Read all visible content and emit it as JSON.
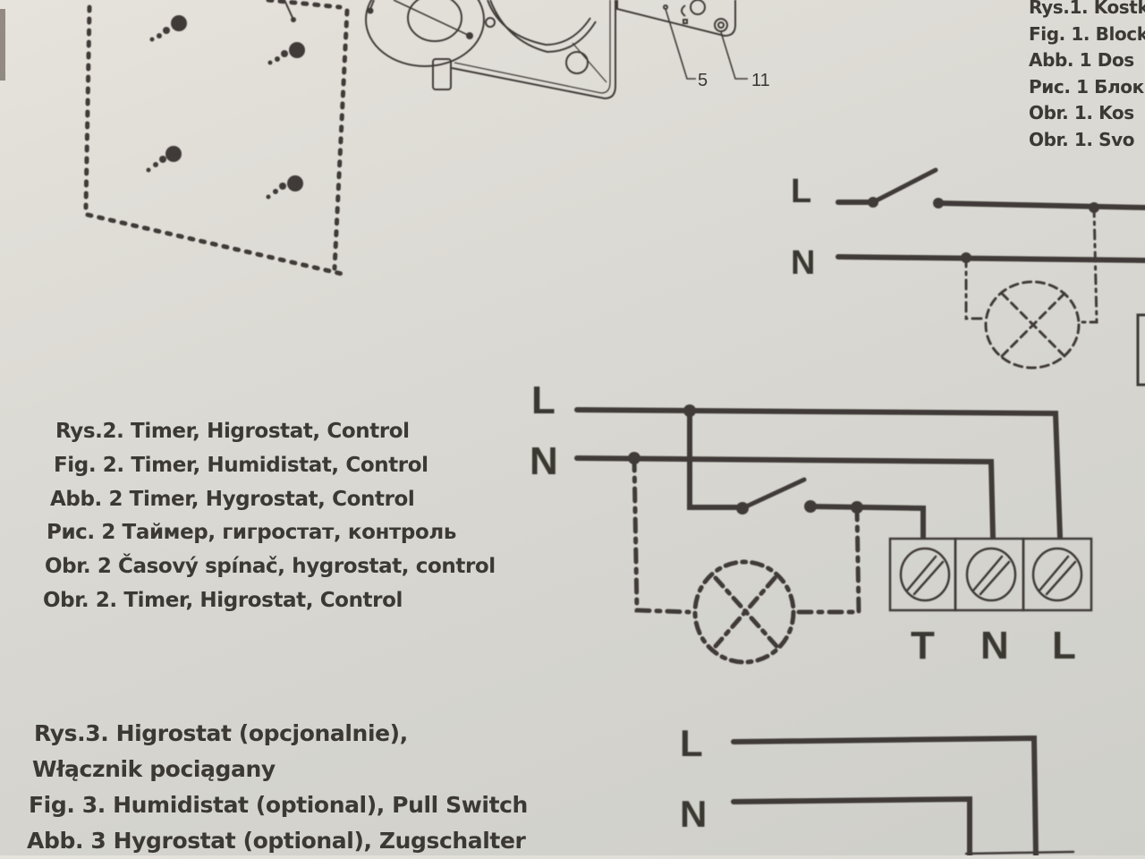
{
  "page": {
    "type": "photo of printed installation manual page (fan wiring diagrams)",
    "background_color": "#d8d6d0",
    "ink_color": "#3a3733"
  },
  "figure1": {
    "caption_lines": [
      "Rys.1. Kostk",
      "Fig. 1. Block",
      "Abb. 1 Dos",
      "Рис. 1 Блок",
      "Obr. 1. Kos",
      "Obr. 1. Svo"
    ],
    "part_labels": [
      "5",
      "11"
    ],
    "wire_labels": {
      "live": "L",
      "neutral": "N"
    }
  },
  "figure2": {
    "caption_lines": [
      "Rys.2. Timer, Higrostat, Control",
      "Fig. 2. Timer, Humidistat, Control",
      "Abb. 2 Timer, Hygrostat, Control",
      "Рис. 2 Таймер, гигростат, контроль",
      "Obr. 2 Časový spínač, hygrostat, control",
      "Obr. 2. Timer, Higrostat, Control"
    ],
    "wire_labels": {
      "live": "L",
      "neutral": "N"
    },
    "terminal_labels": [
      "T",
      "N",
      "L"
    ]
  },
  "figure3": {
    "caption_lines": [
      "Rys.3. Higrostat (opcjonalnie),",
      "Włącznik pociągany",
      "Fig. 3. Humidistat (optional), Pull Switch",
      "Abb. 3 Hygrostat (optional), Zugschalter"
    ],
    "wire_labels": {
      "live": "L",
      "neutral": "N"
    }
  }
}
